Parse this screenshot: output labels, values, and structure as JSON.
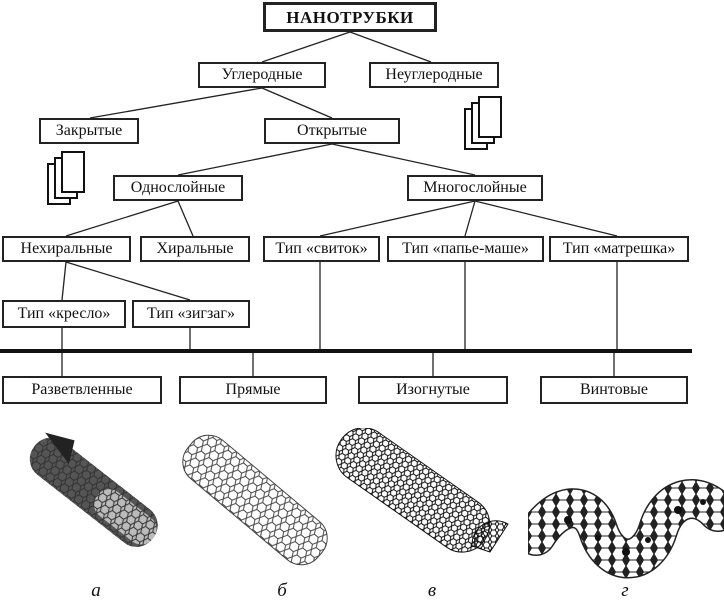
{
  "root": "НАНОТРУБКИ",
  "level1": {
    "carbon": "Углеродные",
    "noncarbon": "Неуглеродные"
  },
  "level2": {
    "closed": "Закрытые",
    "open": "Открытые"
  },
  "level3": {
    "single": "Однослойные",
    "multi": "Многослойные"
  },
  "level4": {
    "achiral": "Нехиральные",
    "chiral": "Хиральные",
    "scroll": "Тип «свиток»",
    "papier": "Тип «папье-маше»",
    "matryoshka": "Тип «матрешка»"
  },
  "level5": {
    "armchair": "Тип «кресло»",
    "zigzag": "Тип «зигзаг»"
  },
  "shapes": {
    "branched": "Разветвленные",
    "straight": "Прямые",
    "bent": "Изогнутые",
    "helical": "Винтовые"
  },
  "captions": [
    "а",
    "б",
    "в",
    "г"
  ],
  "colors": {
    "line": "#222222",
    "background": "#ffffff"
  }
}
